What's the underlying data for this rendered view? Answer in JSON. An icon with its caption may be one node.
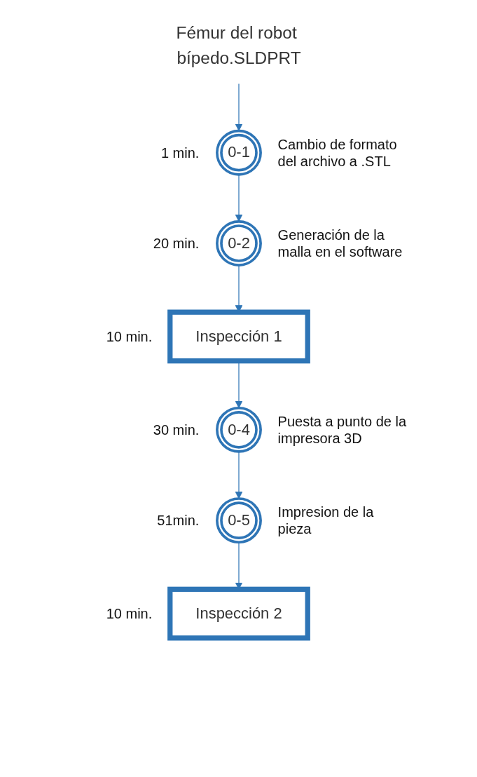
{
  "diagram": {
    "nodes": [
      {
        "text": [
          "Fémur del robot bípedo.SLDPRT"
        ]
      },
      {
        "text": [
          "0-1"
        ],
        "beside": [
          "1 min.",
          "Cambio de formato del archivo a .STL"
        ]
      },
      {
        "text": [
          "0-2"
        ],
        "beside": [
          "20 min.",
          "Generación de la malla en el software"
        ]
      },
      {
        "text": [
          "Inspección 1"
        ],
        "beside": [
          "10 min."
        ]
      },
      {
        "text": [
          "0-4"
        ],
        "beside": [
          "30 min.",
          "Puesta a punto de la impresora 3D"
        ]
      },
      {
        "text": [
          "0-5"
        ],
        "beside": [
          "51min.",
          "Impresion de la pieza"
        ]
      },
      {
        "text": [
          "Inspección 2"
        ],
        "beside": [
          "10 min."
        ]
      }
    ],
    "edges": [
      {
        "from": 0,
        "to": 1,
        "arrow": "to"
      },
      {
        "from": 1,
        "to": 2,
        "arrow": "to"
      },
      {
        "from": 2,
        "to": 3,
        "arrow": "to"
      },
      {
        "from": 3,
        "to": 4,
        "arrow": "to"
      },
      {
        "from": 4,
        "to": 5,
        "arrow": "to"
      },
      {
        "from": 5,
        "to": 6,
        "arrow": "to"
      }
    ]
  }
}
